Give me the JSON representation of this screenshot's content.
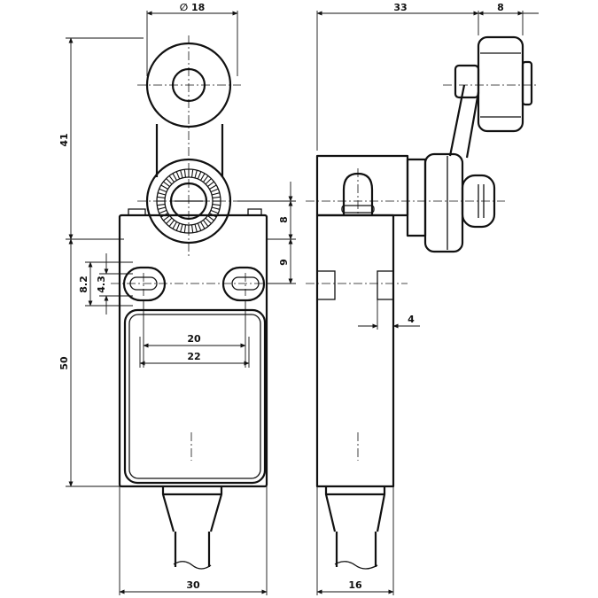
{
  "drawing": {
    "front_view": {
      "dimensions": {
        "roller_diameter": "∅ 18",
        "lever_height": "41",
        "body_height": "50",
        "hole_vertical_spacing": "8.2",
        "hole_diameter": "4.3",
        "hole_spacing_inner": "20",
        "hole_spacing_outer": "22",
        "body_width": "30",
        "shaft_offset": "8",
        "hole_offset": "9"
      }
    },
    "side_view": {
      "dimensions": {
        "lever_reach": "33",
        "roller_width": "8",
        "slot_width": "4",
        "body_depth": "16"
      }
    }
  }
}
